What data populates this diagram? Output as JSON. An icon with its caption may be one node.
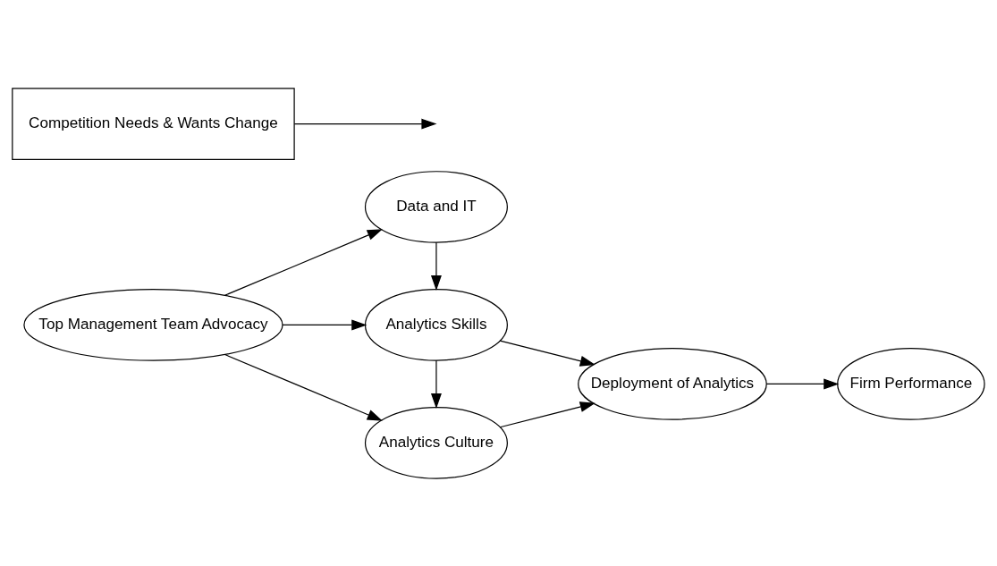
{
  "diagram": {
    "nodes": [
      {
        "text": [
          "Top Management Team Advocacy"
        ]
      },
      {
        "text": [
          "Analytics Culture"
        ]
      },
      {
        "text": [
          "Analytics Skills"
        ]
      },
      {
        "text": [
          "Data and IT"
        ]
      },
      {
        "text": [
          "Deployment of Analytics"
        ]
      },
      {
        "text": [
          "Competition Needs & Wants Change"
        ]
      },
      {
        "text": [
          "Firm Performance"
        ]
      }
    ],
    "edges": [
      {
        "from": 0,
        "to": 1,
        "arrow": "to"
      },
      {
        "from": 0,
        "to": 2,
        "arrow": "to"
      },
      {
        "from": 0,
        "to": 3,
        "arrow": "to"
      },
      {
        "from": 2,
        "to": 1,
        "arrow": "to"
      },
      {
        "from": 3,
        "to": 2,
        "arrow": "to"
      },
      {
        "from": 1,
        "to": 4,
        "arrow": "to"
      },
      {
        "from": 2,
        "to": 4,
        "arrow": "to"
      },
      {
        "from": 4,
        "to": 6,
        "arrow": "to"
      },
      {
        "from": 5,
        "to": null,
        "arrow": "to"
      }
    ]
  }
}
